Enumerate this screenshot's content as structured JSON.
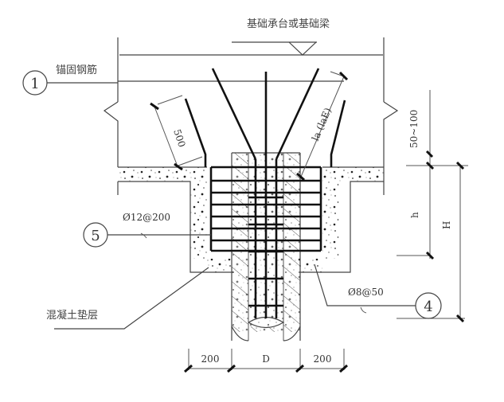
{
  "title": "基础承台或基础梁",
  "labels": {
    "anchor_rebar": "锚固钢筋",
    "concrete_cushion": "混凝土垫层"
  },
  "callouts": [
    {
      "id": "1",
      "note": "锚固钢筋"
    },
    {
      "id": "5",
      "note": "Ø12@200"
    },
    {
      "id": "4",
      "note": "Ø8@50"
    }
  ],
  "rebar_specs": {
    "stirrup_5": "Ø12@200",
    "stirrup_4": "Ø8@50"
  },
  "dimensions": {
    "anchor_length_bent": "500",
    "anchor_length": "la (laE)",
    "cover_range": "50~100",
    "embed_h": "h",
    "embed_H": "H",
    "bottom_left": "200",
    "bottom_D": "D",
    "bottom_right": "200"
  },
  "colors": {
    "line": "#444444",
    "rebar": "#111111",
    "background": "#ffffff"
  }
}
